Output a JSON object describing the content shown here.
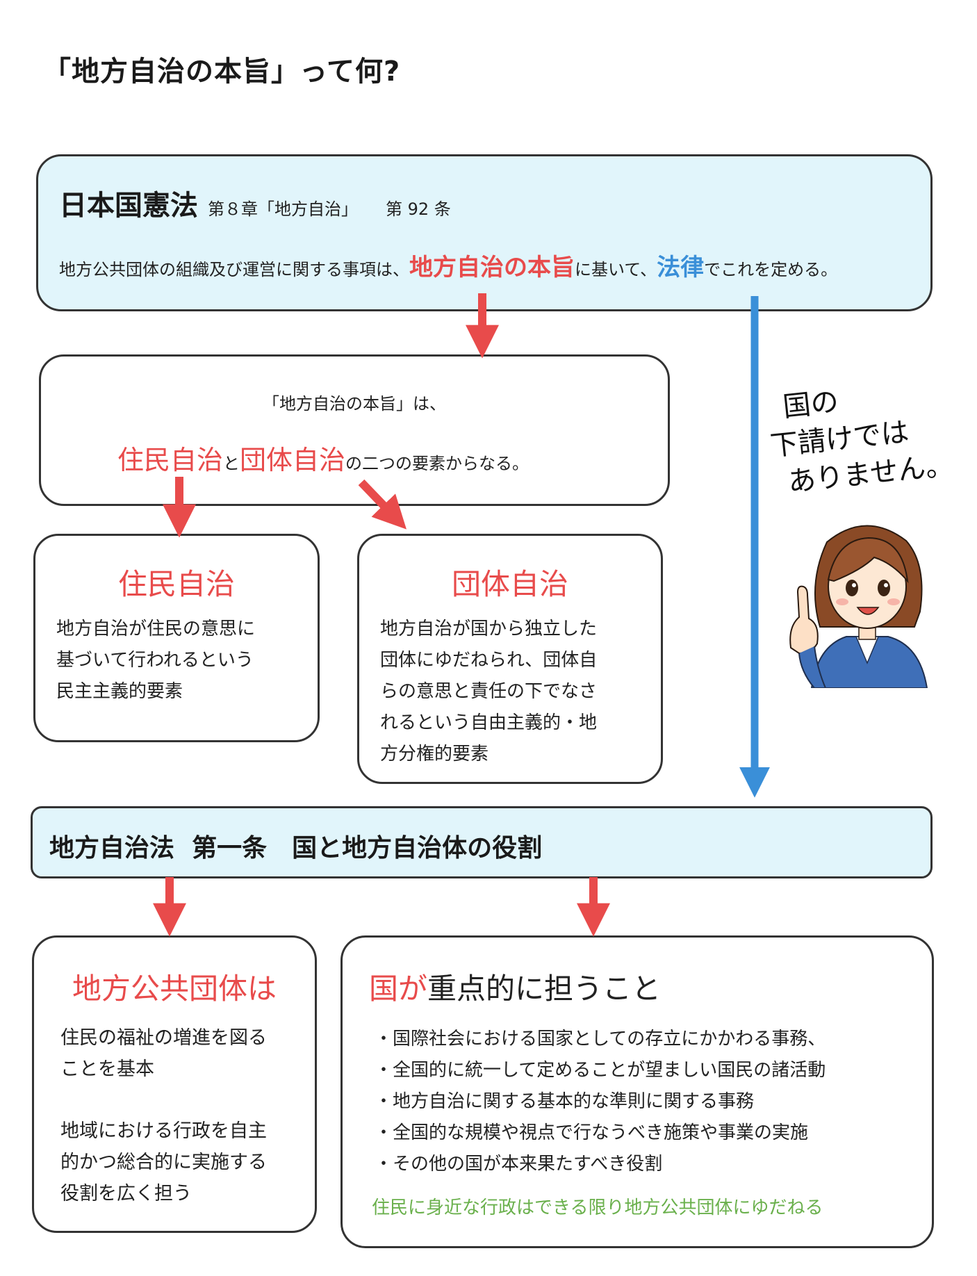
{
  "page": {
    "title": "「地方自治の本旨」って何?"
  },
  "constitution": {
    "name": "日本国憲法",
    "chapter": "第８章「地方自治」",
    "article": "第 92 条",
    "text_before": "地方公共団体の組織及び運営に関する事項は、",
    "highlight_honshi": "地方自治の本旨",
    "text_middle": "に基いて、",
    "highlight_law": "法律",
    "text_after": "でこれを定める。"
  },
  "honshi": {
    "line1": "「地方自治の本旨」は、",
    "element1": "住民自治",
    "connector": "と",
    "element2": "団体自治",
    "suffix": "の二つの要素からなる。"
  },
  "jumin_jichi": {
    "title": "住民自治",
    "lines": [
      "地方自治が住民の意思に",
      "基づいて行われるという",
      "民主主義的要素"
    ]
  },
  "dantai_jichi": {
    "title": "団体自治",
    "lines": [
      "地方自治が国から独立した",
      "団体にゆだねられ、団体自",
      "らの意思と責任の下でなさ",
      "れるという自由主義的・地",
      "方分権的要素"
    ]
  },
  "chiho_jichi_ho": {
    "title": "地方自治法  第一条　国と地方自治体の役割"
  },
  "local_government": {
    "title": "地方公共団体は",
    "para1": [
      "住民の福祉の増進を図る",
      "ことを基本"
    ],
    "para2": [
      "地域における行政を自主",
      "的かつ総合的に実施する",
      "役割を広く担う"
    ]
  },
  "national": {
    "title_highlight": "国が",
    "title_rest": "重点的に担うこと",
    "items": [
      "国際社会における国家としての存立にかかわる事務、",
      "全国的に統一して定めることが望ましい国民の諸活動",
      "地方自治に関する基本的な準則に関する事務",
      "全国的な規模や視点で行なうべき施策や事業の実施",
      "その他の国が本来果たすべき役割"
    ],
    "note": "住民に身近な行政はできる限り地方公共団体にゆだねる"
  },
  "speech": {
    "lines": [
      "国の",
      "下請けでは",
      "ありません。"
    ]
  },
  "colors": {
    "red": "#e84b4b",
    "blue": "#3a8fd8",
    "green": "#6ab04c",
    "light_blue_fill": "#e1f5fb"
  }
}
